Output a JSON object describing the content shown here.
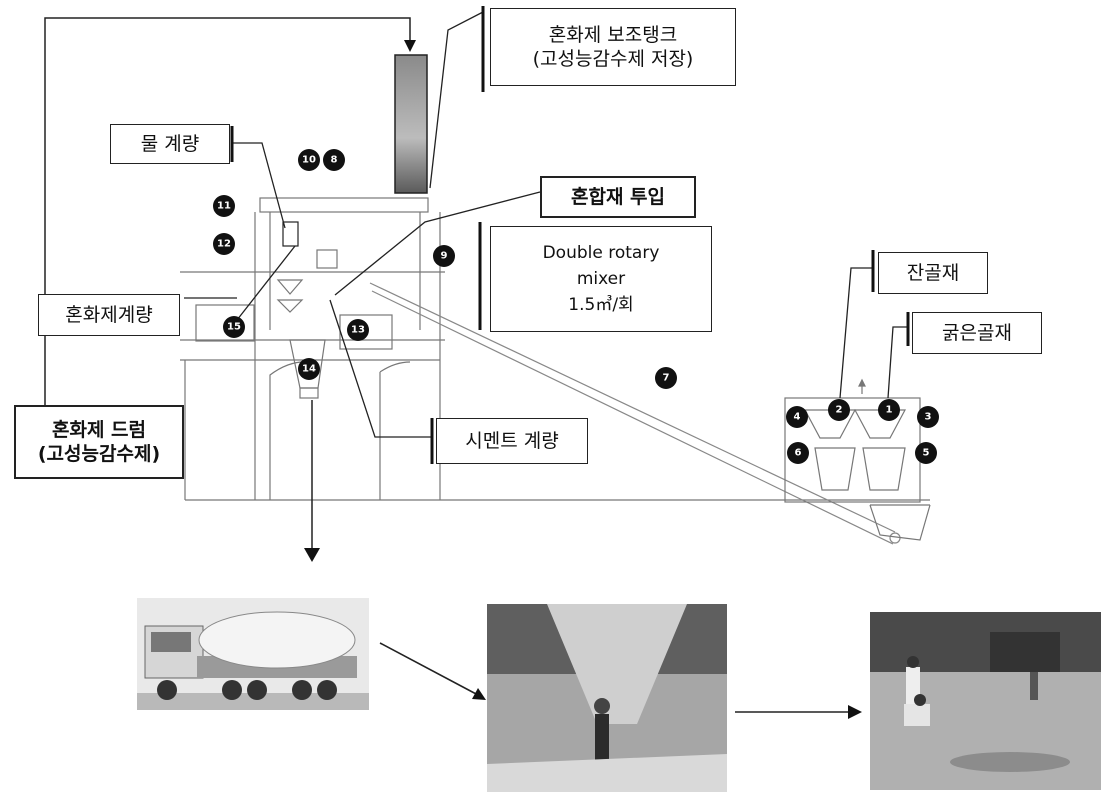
{
  "labels": {
    "aux_tank": [
      "혼화제 보조탱크",
      "(고성능감수제 저장)"
    ],
    "water": "물 계량",
    "admixture_input": "혼합재 투입",
    "mixer": [
      "Double rotary",
      "mixer",
      "1.5㎥/회"
    ],
    "admixture_weigh": "혼화제계량",
    "fine_agg": "잔골재",
    "coarse_agg": "굵은골재",
    "cement": "시멘트 계량",
    "drum": [
      "혼화제 드럼",
      "(고성능감수제)"
    ]
  },
  "markers": [
    "1",
    "2",
    "3",
    "4",
    "5",
    "6",
    "7",
    "8",
    "9",
    "10",
    "11",
    "12",
    "13",
    "14",
    "15"
  ],
  "photos": {
    "truck": "concrete-mixer-truck-photo",
    "pour": "concrete-pouring-photo",
    "finish": "pavement-finishing-photo"
  },
  "colors": {
    "line": "#222222",
    "tank_top": "#9b9b9b",
    "tank_bottom": "#5a5a5a"
  }
}
